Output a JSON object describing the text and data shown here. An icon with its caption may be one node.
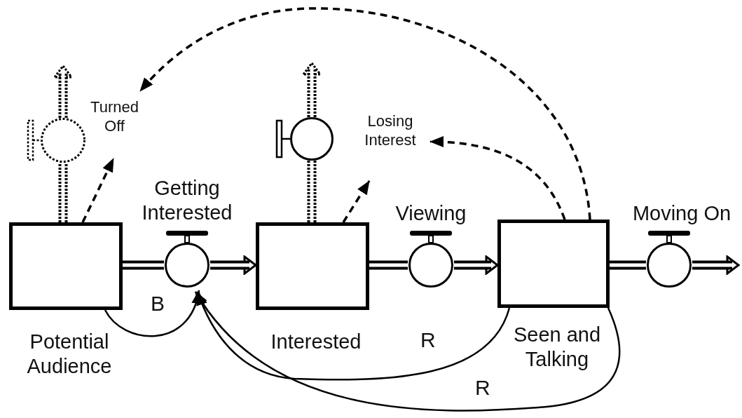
{
  "diagram": {
    "nodes": [
      {
        "text": [
          "Turned Off"
        ]
      },
      {
        "text": [
          "Losing Interest"
        ]
      },
      {
        "text": [
          "Getting Interested"
        ]
      },
      {
        "text": [
          "Viewing"
        ]
      },
      {
        "text": [
          "Moving On"
        ]
      },
      {
        "text": [
          "Potential Audience"
        ]
      },
      {
        "text": [
          "Interested"
        ]
      },
      {
        "text": [
          "Seen and Talking"
        ]
      }
    ],
    "edges": [
      {
        "from": 5,
        "to": 2,
        "arrow": "none"
      },
      {
        "from": 2,
        "to": 6,
        "arrow": "to"
      },
      {
        "from": 6,
        "to": 3,
        "arrow": "none"
      },
      {
        "from": 3,
        "to": 7,
        "arrow": "to"
      },
      {
        "from": 7,
        "to": 4,
        "arrow": "none"
      },
      {
        "from": 4,
        "to": null,
        "arrow": "to"
      },
      {
        "from": 5,
        "to": 0,
        "arrow": "none",
        "style": "dashed"
      },
      {
        "from": 0,
        "to": null,
        "arrow": "to",
        "style": "dashed"
      },
      {
        "from": 6,
        "to": 1,
        "arrow": "none",
        "style": "dashed"
      },
      {
        "from": 1,
        "to": null,
        "arrow": "to",
        "style": "dashed"
      },
      {
        "from": 5,
        "to": 0,
        "arrow": "to",
        "style": "dashed"
      },
      {
        "from": 6,
        "to": 1,
        "arrow": "to",
        "style": "dashed"
      },
      {
        "from": 7,
        "to": 1,
        "arrow": "to",
        "style": "dashed"
      },
      {
        "from": 7,
        "to": 0,
        "arrow": "to",
        "style": "dashed"
      },
      {
        "from": 5,
        "to": 2,
        "arrow": "to"
      },
      {
        "from": 7,
        "to": 2,
        "arrow": "to"
      },
      {
        "from": 7,
        "to": 2,
        "arrow": "to"
      }
    ],
    "labels": [
      "B",
      "R",
      "R"
    ]
  }
}
